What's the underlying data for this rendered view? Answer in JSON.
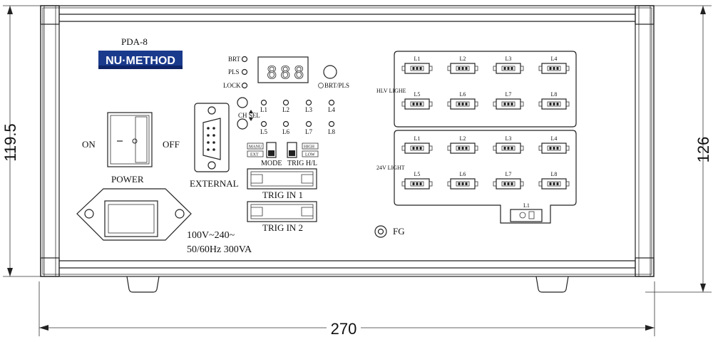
{
  "model": "PDA-8",
  "brand": "NU·METHOD",
  "indicators": [
    "BRT",
    "PLS",
    "LOCK"
  ],
  "display_digits": [
    "8",
    "8",
    "8"
  ],
  "brt_pls_label": "BRT/PLS",
  "ch_sel_label": "CH SEL",
  "channel_leds_top": [
    "L1",
    "L2",
    "L3",
    "L4"
  ],
  "channel_leds_bottom": [
    "L5",
    "L6",
    "L7",
    "L8"
  ],
  "mode_switch": {
    "up": "MANU",
    "down": "EXT",
    "label": "MODE"
  },
  "trig_switch": {
    "up": "HIGH",
    "down": "LOW",
    "label": "TRIG H/L"
  },
  "trig_in_1": "TRIG IN 1",
  "trig_in_2": "TRIG IN 2",
  "power": {
    "on": "ON",
    "off": "OFF",
    "label": "POWER"
  },
  "external_label": "EXTERNAL",
  "input_spec": {
    "voltage": "100V~240~",
    "freq_power": "50/60Hz 300VA"
  },
  "fg_label": "FG",
  "hlv_panel": {
    "label": "HLV LIGHE",
    "connectors": [
      "L1",
      "L2",
      "L3",
      "L4",
      "L5",
      "L6",
      "L7",
      "L8"
    ]
  },
  "v24_panel": {
    "label": "24V LIGHT",
    "connectors": [
      "L1",
      "L2",
      "L3",
      "L4",
      "L5",
      "L6",
      "L7",
      "L8"
    ]
  },
  "aux_connector": "L1",
  "dimensions": {
    "width": "270",
    "height_inner": "119.5",
    "height_total": "126"
  }
}
